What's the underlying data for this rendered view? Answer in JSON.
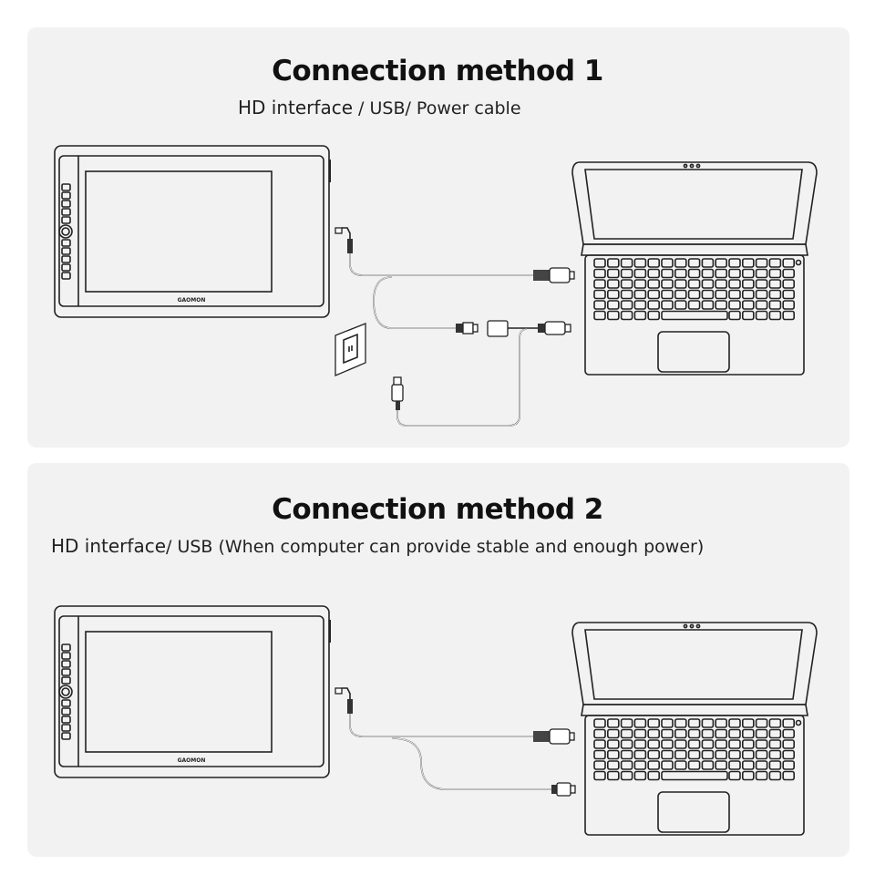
{
  "method1": {
    "title": "Connection method  1",
    "subtitle_prefix": "HD  interface",
    "subtitle_rest": " / USB/ Power cable"
  },
  "method2": {
    "title": "Connection method  2",
    "subtitle_prefix": "HD  interface",
    "subtitle_rest": "/ USB (When computer can provide stable and enough power)"
  },
  "tablet": {
    "brand_logo": "GAOMON"
  }
}
